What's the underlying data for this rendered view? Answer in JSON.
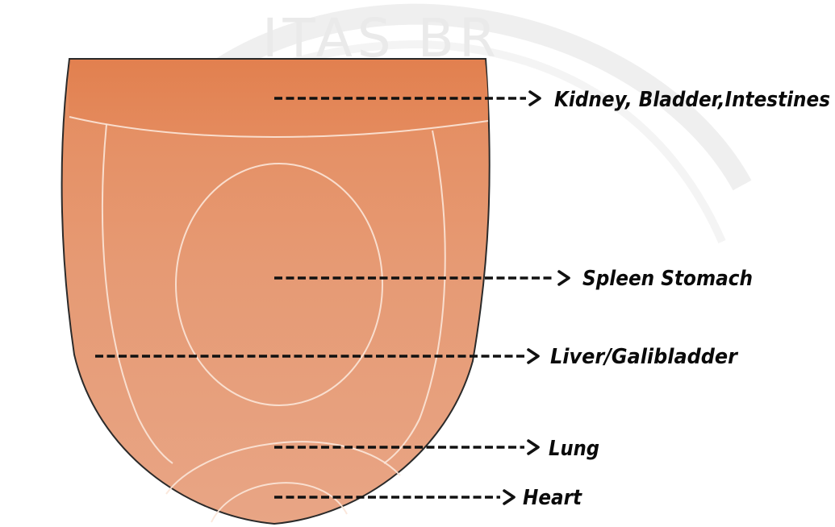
{
  "diagram": {
    "watermark": "ITAS BR",
    "labels": {
      "kidney": "Kidney, Bladder,Intestines",
      "spleen": "Spleen Stomach",
      "liver": "Liver/Galibladder",
      "lung": "Lung",
      "heart": "Heart"
    },
    "colors": {
      "tongue_top": "#e48a5c",
      "tongue_mid": "#e69a74",
      "tongue_bottom": "#e8a585",
      "zone_lines": "#fbe6d8",
      "label_text": "#0a0a0a",
      "watermark": "#d9d9d9"
    }
  }
}
